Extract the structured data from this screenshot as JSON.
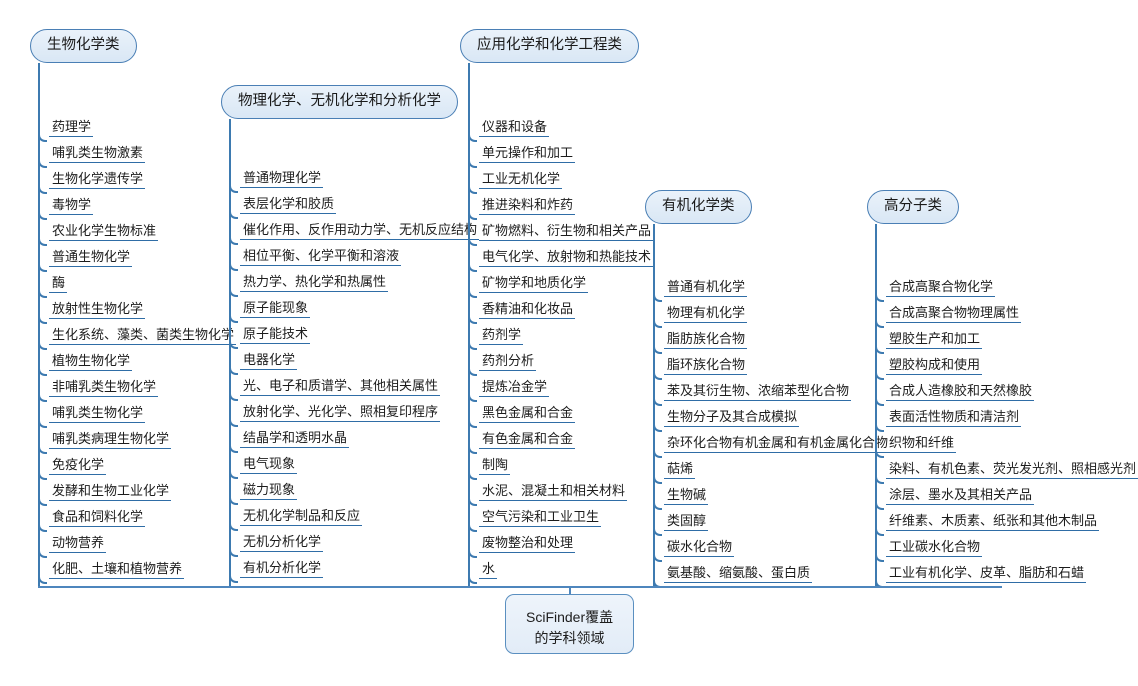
{
  "diagram": {
    "root": {
      "line1": "SciFinder覆盖",
      "line2": "的学科领域"
    },
    "colors": {
      "node_border": "#4a7fb5",
      "node_fill": "#dce9f5",
      "connector": "#3d7ab0",
      "underline": "#2f6da6",
      "text": "#1a1a1a"
    },
    "branches": [
      {
        "title": "生物化学类",
        "items": [
          "药理学",
          "哺乳类生物激素",
          "生物化学遗传学",
          "毒物学",
          "农业化学生物标准",
          "普通生物化学",
          "酶",
          "放射性生物化学",
          "生化系统、藻类、菌类生物化学",
          "植物生物化学",
          "非哺乳类生物化学",
          "哺乳类生物化学",
          "哺乳类病理生物化学",
          "免疫化学",
          "发酵和生物工业化学",
          "食品和饲料化学",
          "动物营养",
          "化肥、土壤和植物营养"
        ]
      },
      {
        "title": "物理化学、无机化学和分析化学",
        "items": [
          "普通物理化学",
          "表层化学和胶质",
          "催化作用、反作用动力学、无机反应结构",
          "相位平衡、化学平衡和溶液",
          "热力学、热化学和热属性",
          "原子能现象",
          "原子能技术",
          "电器化学",
          "光、电子和质谱学、其他相关属性",
          "放射化学、光化学、照相复印程序",
          "结晶学和透明水晶",
          "电气现象",
          "磁力现象",
          "无机化学制品和反应",
          "无机分析化学",
          "有机分析化学"
        ]
      },
      {
        "title": "应用化学和化学工程类",
        "items": [
          "仪器和设备",
          "单元操作和加工",
          "工业无机化学",
          "推进染料和炸药",
          "矿物燃料、衍生物和相关产品",
          "电气化学、放射物和热能技术",
          "矿物学和地质化学",
          "香精油和化妆品",
          "药剂学",
          "药剂分析",
          "提炼冶金学",
          "黑色金属和合金",
          "有色金属和合金",
          "制陶",
          "水泥、混凝土和相关材料",
          "空气污染和工业卫生",
          "废物整治和处理",
          "水"
        ]
      },
      {
        "title": "有机化学类",
        "items": [
          "普通有机化学",
          "物理有机化学",
          "脂肪族化合物",
          "脂环族化合物",
          "苯及其衍生物、浓缩苯型化合物",
          "生物分子及其合成模拟",
          "杂环化合物有机金属和有机金属化合物",
          "萜烯",
          "生物碱",
          "类固醇",
          "碳水化合物",
          "氨基酸、缩氨酸、蛋白质"
        ]
      },
      {
        "title": "高分子类",
        "items": [
          "合成高聚合物化学",
          "合成高聚合物物理属性",
          "塑胶生产和加工",
          "塑胶构成和使用",
          "合成人造橡胶和天然橡胶",
          "表面活性物质和清洁剂",
          "织物和纤维",
          "染料、有机色素、荧光发光剂、照相感光剂",
          "涂层、墨水及其相关产品",
          "纤维素、木质素、纸张和其他木制品",
          "工业碳水化合物",
          "工业有机化学、皮革、脂肪和石蜡"
        ]
      }
    ]
  }
}
